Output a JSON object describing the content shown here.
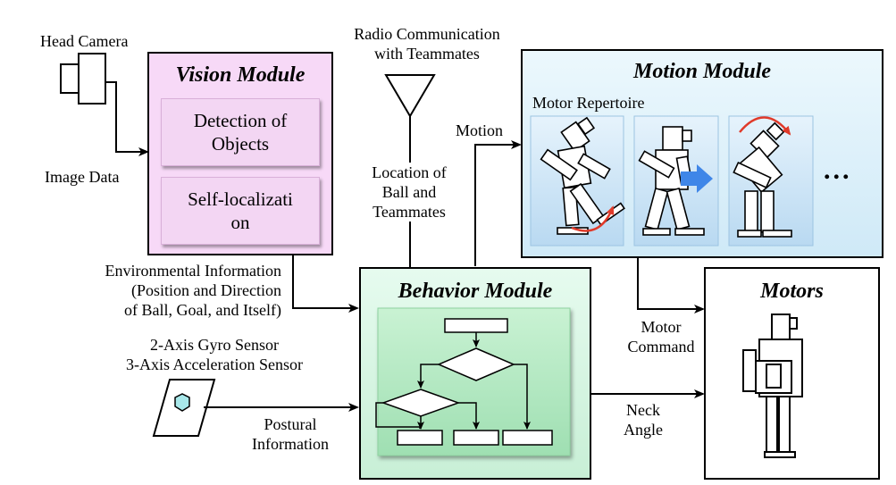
{
  "head_camera": "Head Camera",
  "image_data": "Image Data",
  "vision": {
    "title": "Vision Module",
    "detection": "Detection of Objects",
    "localization": "Self-localization"
  },
  "radio": {
    "line1": "Radio Communication",
    "line2": "with Teammates"
  },
  "location": {
    "line1": "Location of",
    "line2": "Ball and",
    "line3": "Teammates"
  },
  "motion_label": "Motion",
  "motion": {
    "title": "Motion Module",
    "repertoire": "Motor Repertoire",
    "ellipsis": "..."
  },
  "env": {
    "line1": "Environmental Information",
    "line2": "(Position and Direction",
    "line3": "of Ball, Goal, and Itself)"
  },
  "sensors": {
    "line1": "2-Axis Gyro Sensor",
    "line2": "3-Axis Acceleration Sensor"
  },
  "postural": {
    "line1": "Postural",
    "line2": "Information"
  },
  "behavior": {
    "title": "Behavior Module"
  },
  "motor_command": {
    "line1": "Motor",
    "line2": "Command"
  },
  "neck_angle": {
    "line1": "Neck",
    "line2": "Angle"
  },
  "motors": {
    "title": "Motors"
  },
  "colors": {
    "vision_fill": "#f7d9f7",
    "vision_sub": "#f3d6f3",
    "motion_fill": "#d6eefa",
    "behavior_fill": "#d3f3df",
    "flow_fill": "#b8ecc8",
    "gyro_fill": "#a8e8ea",
    "arrow_blue": "#3f86e8",
    "arrow_red": "#e03a2a"
  }
}
